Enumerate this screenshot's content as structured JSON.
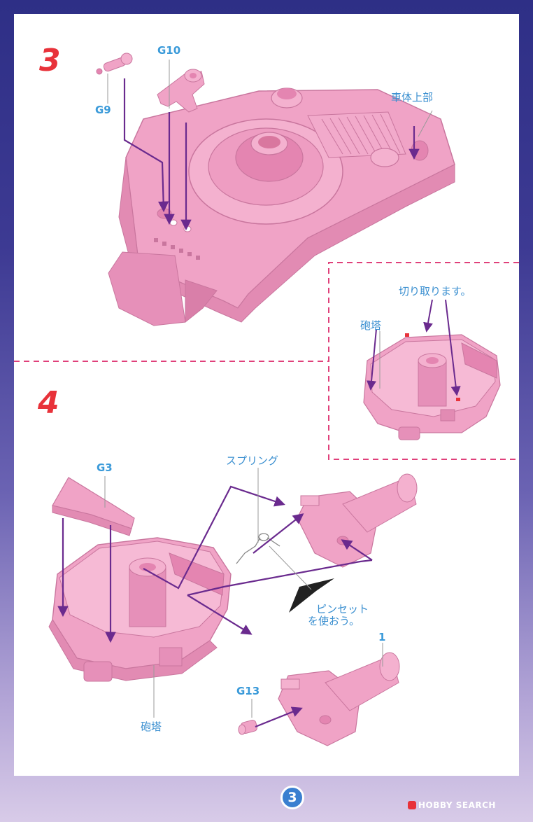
{
  "steps": {
    "step3": {
      "number": "3"
    },
    "step4": {
      "number": "4"
    }
  },
  "labels": {
    "g9": "G9",
    "g10": "G10",
    "g3": "G3",
    "g13": "G13",
    "part_1": "1",
    "upper_hull": "車体上部",
    "cut_off": "切り取ります。",
    "turret_detail": "砲塔",
    "spring": "スプリング",
    "tweezers_line1": "ピンセット",
    "tweezers_line2": "を使おう。",
    "turret_main": "砲塔"
  },
  "page": {
    "number": "3"
  },
  "watermark": {
    "text": "HOBBY SEARCH"
  },
  "colors": {
    "part_pink": "#f0a3c6",
    "arrow_purple": "#6a2a8e",
    "dashed_pink": "#e0407a",
    "label_blue": "#3a9ad9",
    "step_red": "#e8323a"
  }
}
